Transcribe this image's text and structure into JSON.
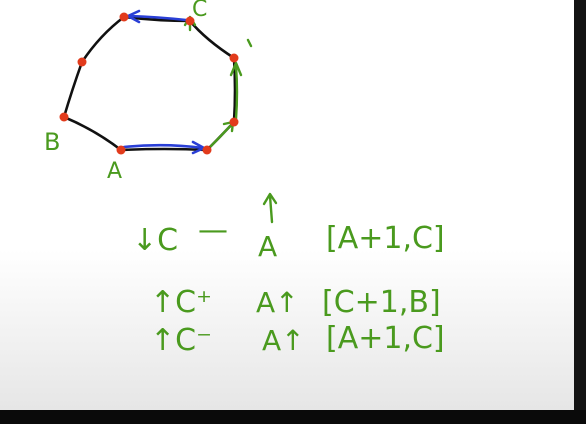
{
  "diagram": {
    "vertex_labels": {
      "c": "C",
      "b": "B",
      "a": "A"
    },
    "colors": {
      "ink_green": "#4a9a1e",
      "edge_black": "#111111",
      "arrow_blue": "#2a3fd6",
      "node_red": "#e23b1c"
    }
  },
  "notes": {
    "row1": {
      "left": "↓C",
      "dash": "—",
      "middle": "A",
      "bracket": "[A+1,C]"
    },
    "row2": {
      "left": "↑C⁺",
      "middle": "A↑",
      "bracket": "[C+1,B]"
    },
    "row3": {
      "left": "↑C⁻",
      "middle": "A↑",
      "bracket": "[A+1,C]"
    }
  }
}
